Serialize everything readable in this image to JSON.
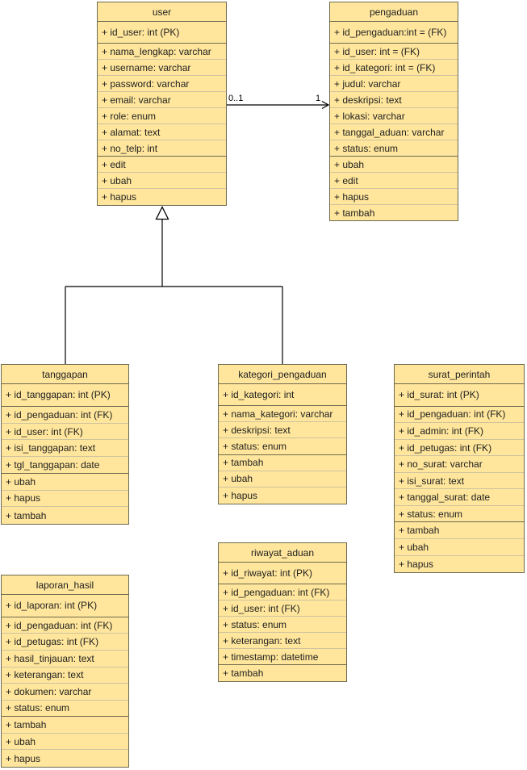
{
  "colors": {
    "box_fill": "#ffe69c",
    "box_stroke": "#6c6a4f",
    "row_divider": "#cdc39e",
    "connector": "#000000"
  },
  "classes": [
    {
      "title": "user",
      "attributes": [
        "+ id_user: int (PK)",
        "+ nama_lengkap: varchar",
        "+ username: varchar",
        "+ password: varchar",
        "+ email: varchar",
        "+ role: enum",
        "+ alamat: text",
        "+ no_telp: int"
      ],
      "methods": [
        "+ edit",
        "+ ubah",
        "+ hapus"
      ]
    },
    {
      "title": "pengaduan",
      "attributes": [
        "+ id_pengaduan:int = (FK)",
        "+ id_user: int = (FK)",
        "+ id_kategori: int = (FK)",
        "+ judul: varchar",
        "+ deskripsi: text",
        "+ lokasi: varchar",
        "+ tanggal_aduan: varchar",
        "+ status: enum"
      ],
      "methods": [
        "+ ubah",
        "+ edit",
        "+ hapus",
        "+ tambah"
      ]
    },
    {
      "title": "tanggapan",
      "attributes": [
        "+ id_tanggapan: int (PK)",
        "+ id_pengaduan: int (FK)",
        "+ id_user: int (FK)",
        "+ isi_tanggapan: text",
        "+ tgl_tanggapan: date"
      ],
      "methods": [
        "+ ubah",
        "+ hapus",
        "+ tambah"
      ]
    },
    {
      "title": "kategori_pengaduan",
      "attributes": [
        "+ id_kategori: int",
        "+ nama_kategori: varchar",
        "+ deskripsi: text",
        "+ status: enum"
      ],
      "methods": [
        "+ tambah",
        "+ ubah",
        "+ hapus"
      ]
    },
    {
      "title": "surat_perintah",
      "attributes": [
        "+ id_surat: int (PK)",
        "+ id_pengaduan: int (FK)",
        "+ id_admin: int (FK)",
        "+ id_petugas: int (FK)",
        "+ no_surat: varchar",
        "+ isi_surat: text",
        "+ tanggal_surat: date",
        "+ status: enum"
      ],
      "methods": [
        "+ tambah",
        "+ ubah",
        "+ hapus"
      ]
    },
    {
      "title": "laporan_hasil",
      "attributes": [
        "+ id_laporan: int (PK)",
        "+ id_pengaduan: int (FK)",
        "+ id_petugas: int (FK)",
        "+ hasil_tinjauan: text",
        "+ keterangan: text",
        "+ dokumen: varchar",
        "+ status: enum"
      ],
      "methods": [
        "+ tambah",
        "+ ubah",
        "+ hapus"
      ]
    },
    {
      "title": "riwayat_aduan",
      "attributes": [
        "+ id_riwayat: int (PK)",
        "+ id_pengaduan: int (FK)",
        "+ id_user: int (FK)",
        "+ status: enum",
        "+ keterangan: text",
        "+ timestamp: datetime"
      ],
      "methods": [
        "+ tambah"
      ]
    }
  ],
  "relations": {
    "user_pengaduan": {
      "from_multiplicity": "0..1",
      "to_multiplicity": "1"
    }
  }
}
